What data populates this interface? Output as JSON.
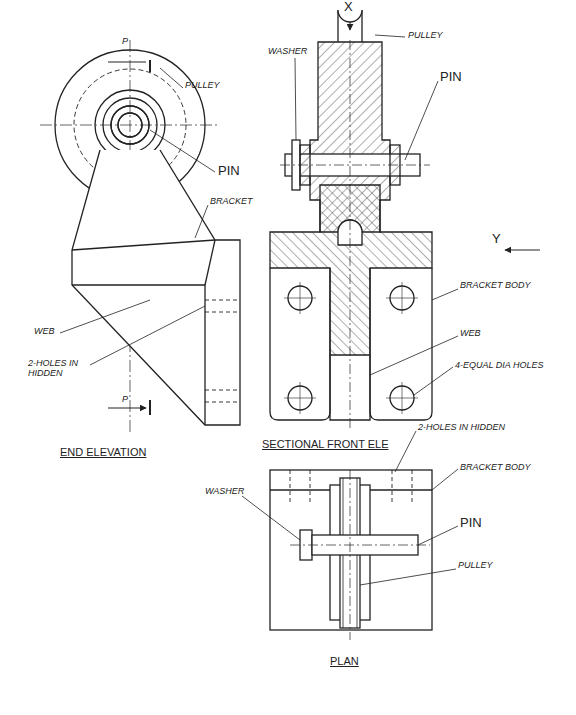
{
  "diagram": {
    "labels": [
      "P",
      "PULLEY",
      "PIN",
      "BRACKET",
      "WEB",
      "2-HOLES IN HIDDEN",
      "P",
      "END ELEVATION",
      "X",
      "PULLEY",
      "WASHER",
      "PIN",
      "Y",
      "BRACKET BODY",
      "WEB",
      "4-EQUAL DIA HOLES",
      "SECTIONAL FRONT ELE",
      "2-HOLES IN HIDDEN",
      "BRACKET BODY",
      "WASHER",
      "PIN",
      "PULLEY",
      "PLAN"
    ]
  }
}
